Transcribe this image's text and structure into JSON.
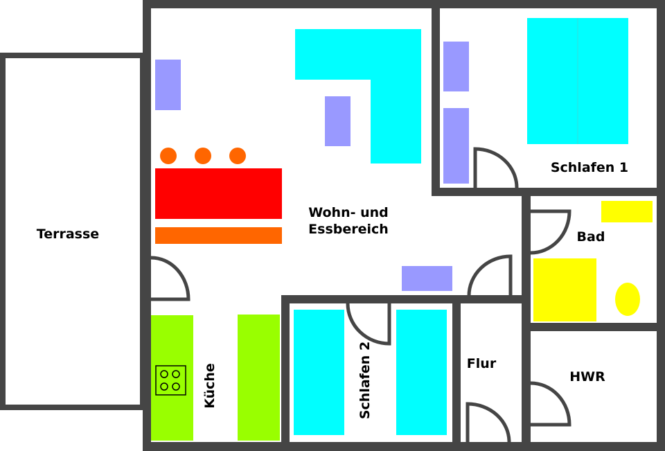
{
  "colors": {
    "wall": "#454545",
    "seating": "#9999ff",
    "bed_sofa": "#00ffff",
    "table": "#ff0000",
    "bench_stools": "#ff6600",
    "kitchen": "#99ff00",
    "bathroom_fixtures": "#ffff00"
  },
  "rooms": {
    "terrasse": "Terrasse",
    "wohn_line1": "Wohn- und",
    "wohn_line2": "Essbereich",
    "schlafen1": "Schlafen 1",
    "bad": "Bad",
    "kueche": "Küche",
    "schlafen2": "Schlafen 2",
    "flur": "Flur",
    "hwr": "HWR"
  }
}
